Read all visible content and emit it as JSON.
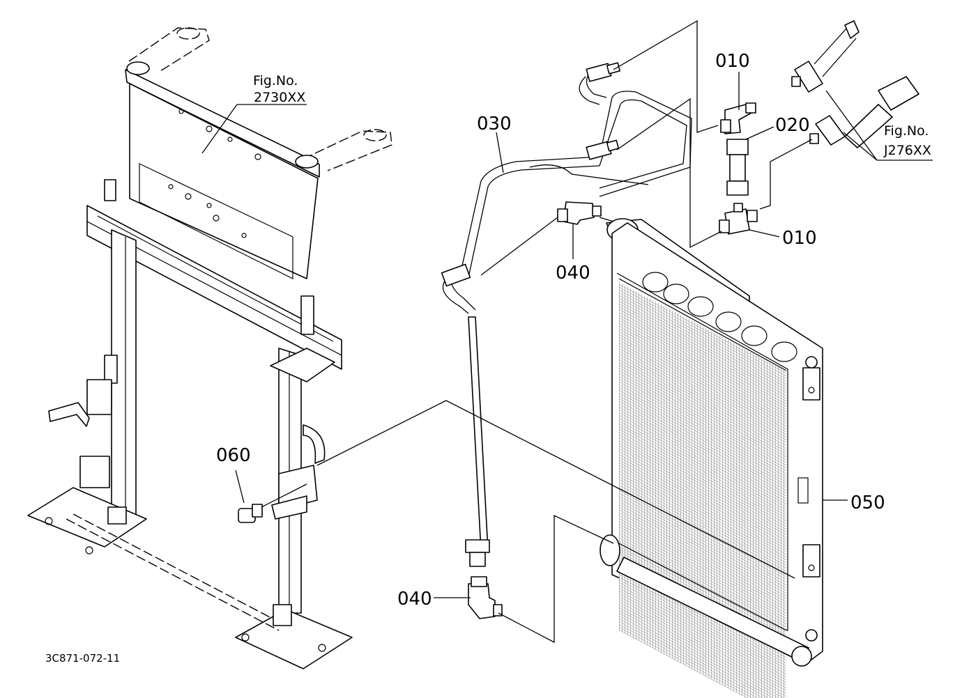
{
  "labels": {
    "p010_top": "010",
    "p010_bottom": "010",
    "p020": "020",
    "p030": "030",
    "p040_top": "040",
    "p040_bottom": "040",
    "p050": "050",
    "p060": "060"
  },
  "fig_refs": {
    "frame": {
      "prefix": "Fig.No.",
      "code": "2730XX"
    },
    "hose": {
      "prefix": "Fig.No.",
      "code": "J276XX"
    }
  },
  "drawing_code": "3C871-072-11"
}
